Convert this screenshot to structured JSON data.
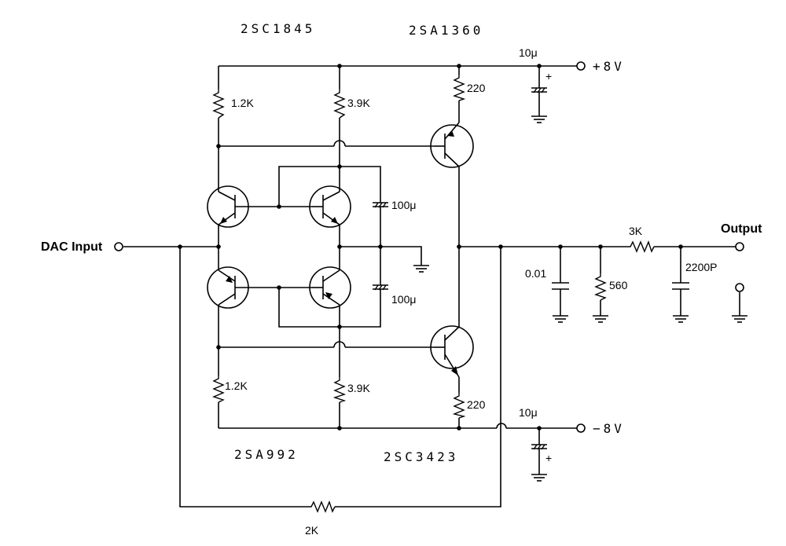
{
  "transistors": {
    "top_pair": "2SC1845",
    "bottom_pair": "2SA992",
    "upper_output": "2SA1360",
    "lower_output": "2SC3423"
  },
  "resistors": {
    "r_top_left": "1.2K",
    "r_top_mid": "3.9K",
    "r_top_emitter": "220",
    "r_bot_left": "1.2K",
    "r_bot_mid": "3.9K",
    "r_bot_emitter": "220",
    "r_series_out": "3K",
    "r_shunt_out": "560",
    "r_feedback": "2K"
  },
  "capacitors": {
    "c_top_bypass": "100μ",
    "c_bot_bypass": "100μ",
    "c_pos_supply": "10μ",
    "c_neg_supply": "10μ",
    "c_out_1": "0.01",
    "c_out_2": "2200P"
  },
  "supplies": {
    "positive": "+8V",
    "negative": "−8V"
  },
  "io": {
    "input": "DAC Input",
    "output": "Output"
  },
  "polarity": {
    "plus": "+"
  }
}
